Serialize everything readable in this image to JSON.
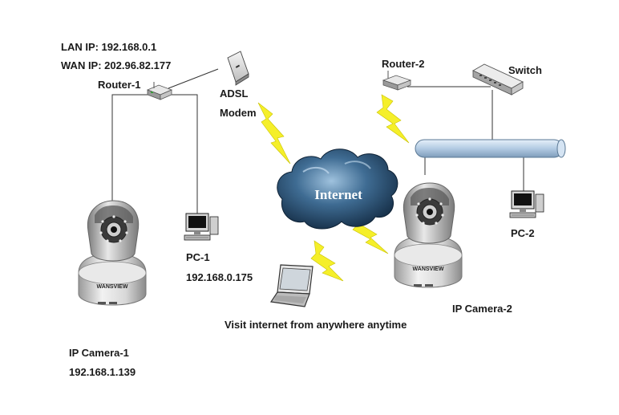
{
  "router1": {
    "lan_ip": "LAN IP: 192.168.0.1",
    "wan_ip": "WAN IP: 202.96.82.177",
    "label": "Router-1"
  },
  "modem": {
    "line1": "ADSL",
    "line2": "Modem"
  },
  "router2": {
    "label": "Router-2"
  },
  "switch": {
    "label": "Switch"
  },
  "internet": {
    "label": "Internet"
  },
  "pc1": {
    "label": "PC-1",
    "ip": "192.168.0.175"
  },
  "pc2": {
    "label": "PC-2"
  },
  "camera1": {
    "label": "IP Camera-1",
    "ip": "192.168.1.139",
    "brand": "WANSVIEW"
  },
  "camera2": {
    "label": "IP Camera-2",
    "brand": "WANSVIEW"
  },
  "laptop": {
    "caption": "Visit internet from anywhere anytime"
  },
  "colors": {
    "lightning": "#f5ef2a",
    "cloud_dark": "#1d3a55",
    "cloud_light": "#7aa3c6",
    "bus": "#b8d0e8",
    "line": "#333333"
  }
}
